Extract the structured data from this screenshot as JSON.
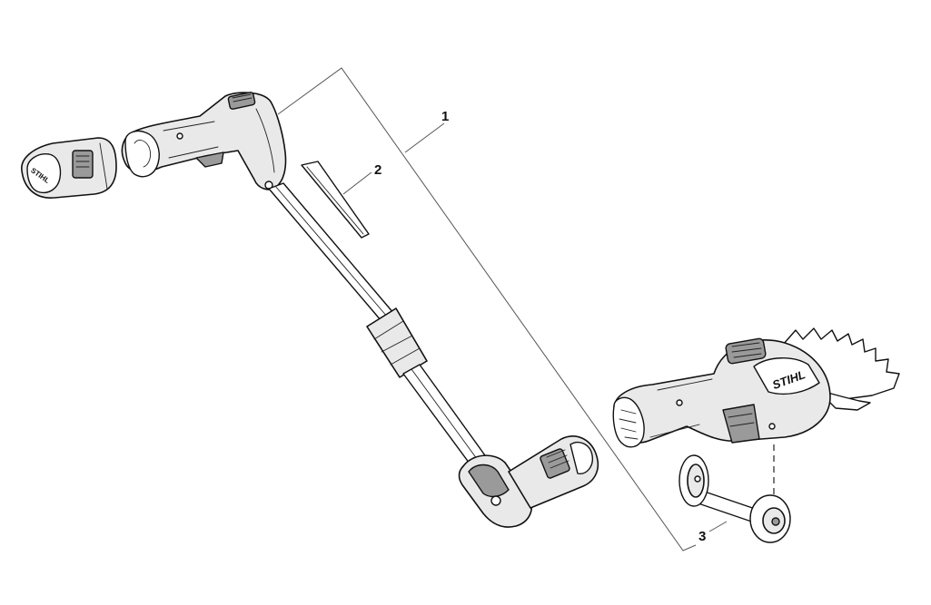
{
  "diagram": {
    "callouts": [
      {
        "id": "1",
        "label": "1"
      },
      {
        "id": "2",
        "label": "2"
      },
      {
        "id": "3",
        "label": "3"
      }
    ],
    "logo_text": "STIHL"
  }
}
